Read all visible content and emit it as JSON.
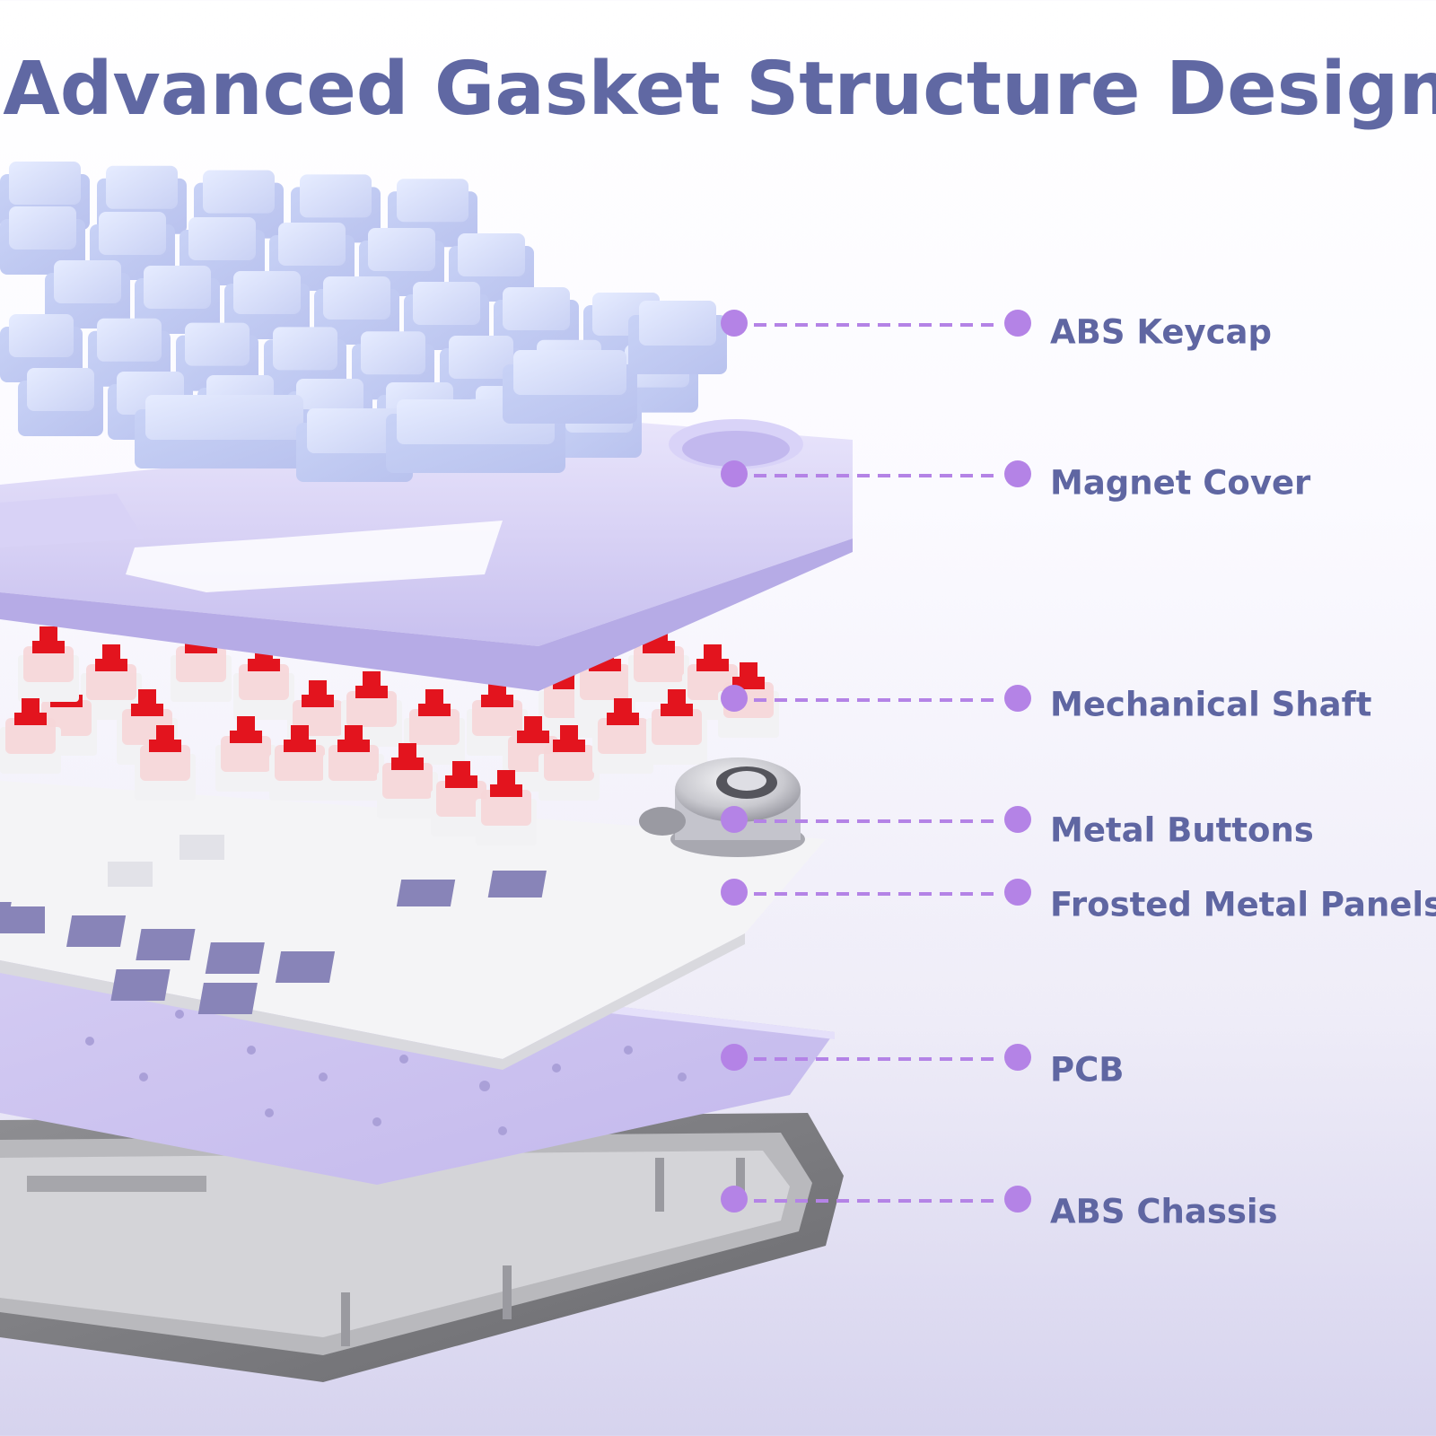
{
  "title": "Advanced Gasket Structure Design",
  "accent_color": "#b483e6",
  "text_color": "#5f66a2",
  "components": [
    {
      "id": "abs-keycap",
      "label": "ABS Keycap"
    },
    {
      "id": "magnet-cover",
      "label": "Magnet Cover"
    },
    {
      "id": "mechanical-shaft",
      "label": "Mechanical Shaft"
    },
    {
      "id": "metal-buttons",
      "label": "Metal Buttons"
    },
    {
      "id": "frosted-metal-panels",
      "label": "Frosted Metal Panels"
    },
    {
      "id": "pcb",
      "label": "PCB"
    },
    {
      "id": "abs-chassis",
      "label": "ABS Chassis"
    }
  ]
}
